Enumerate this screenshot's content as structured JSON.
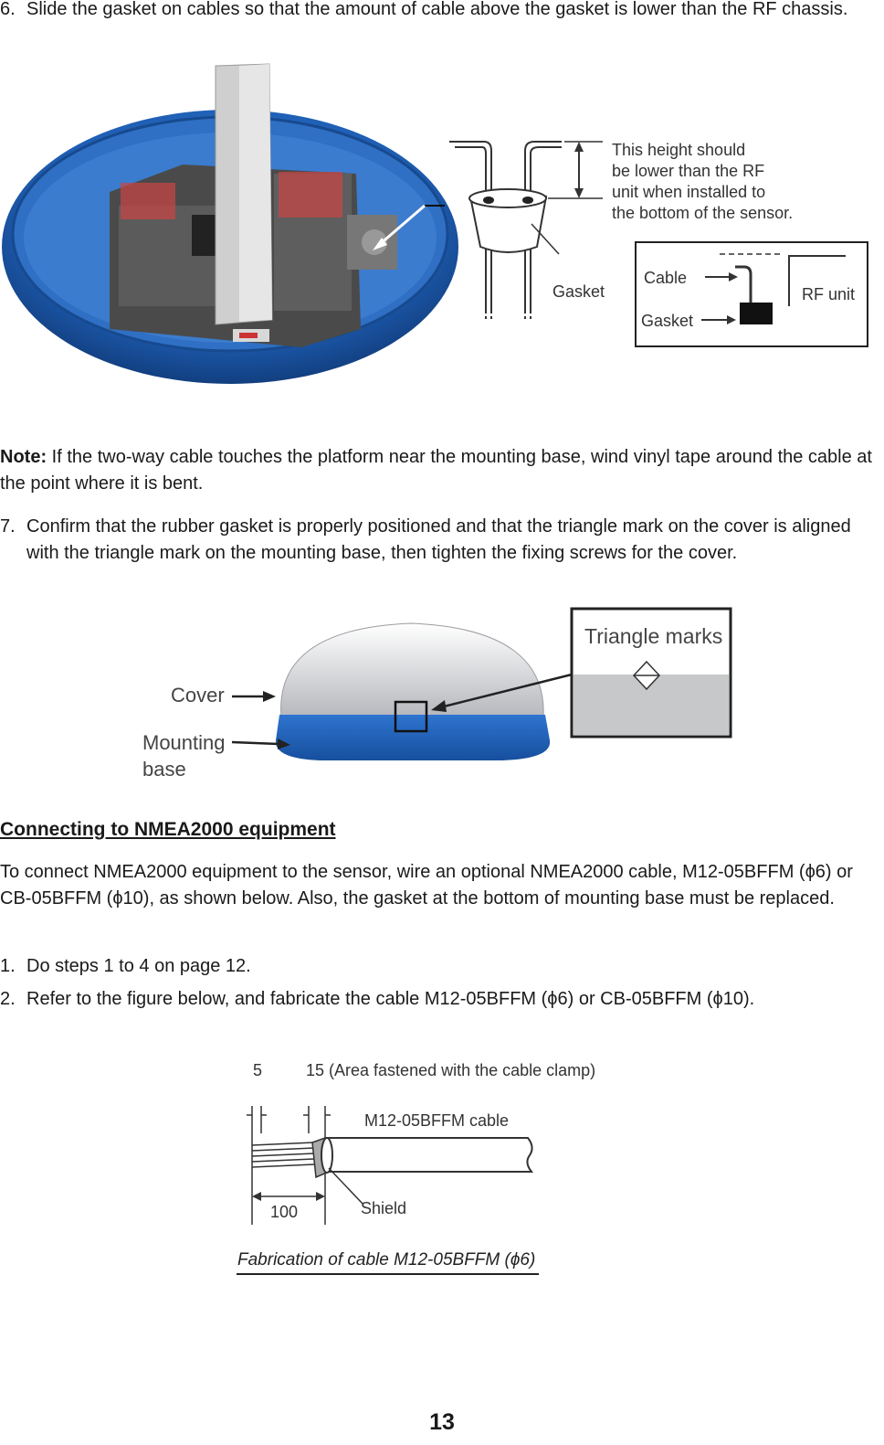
{
  "step6": {
    "num": "6.",
    "text": "Slide the gasket on cables so that the amount of cable above the gasket is lower than the RF chassis."
  },
  "fig1": {
    "height_note": [
      "This height should",
      "be lower than the RF",
      "unit when installed to",
      "the bottom of the sensor."
    ],
    "gasket_label": "Gasket",
    "inset_cable": "Cable",
    "inset_gasket": "Gasket",
    "inset_rf_unit": "RF unit"
  },
  "note": {
    "label": "Note:",
    "text": " If the two-way cable touches the platform near the mounting base, wind vinyl tape around the cable at the point where it is bent."
  },
  "step7": {
    "num": "7.",
    "text": "Confirm that the rubber gasket is properly positioned and that the triangle mark on the cover is aligned with the triangle mark on the mounting base, then tighten the fixing screws for the cover."
  },
  "fig2": {
    "cover_label": "Cover",
    "mounting_label_1": "Mounting",
    "mounting_label_2": "base",
    "triangle_marks": "Triangle marks"
  },
  "section": {
    "heading": "Connecting to NMEA2000 equipment",
    "intro": "To connect NMEA2000 equipment to the sensor, wire an optional NMEA2000 cable, M12-05BFFM (ϕ6) or CB-05BFFM (ϕ10), as shown below. Also, the gasket at the bottom of mounting base must be replaced."
  },
  "step1": {
    "num": "1.",
    "text": "Do steps 1 to 4 on page 12."
  },
  "step2": {
    "num": "2.",
    "text": "Refer to the figure below, and fabricate the cable M12-05BFFM (ϕ6) or CB-05BFFM (ϕ10)."
  },
  "fig3": {
    "dim_5": "5",
    "dim_15": "15 (Area fastened with the cable clamp)",
    "cable_label": "M12-05BFFM cable",
    "dim_100": "100",
    "shield_label": "Shield",
    "caption": "Fabrication of cable M12-05BFFM (ϕ6)"
  },
  "page_number": "13"
}
